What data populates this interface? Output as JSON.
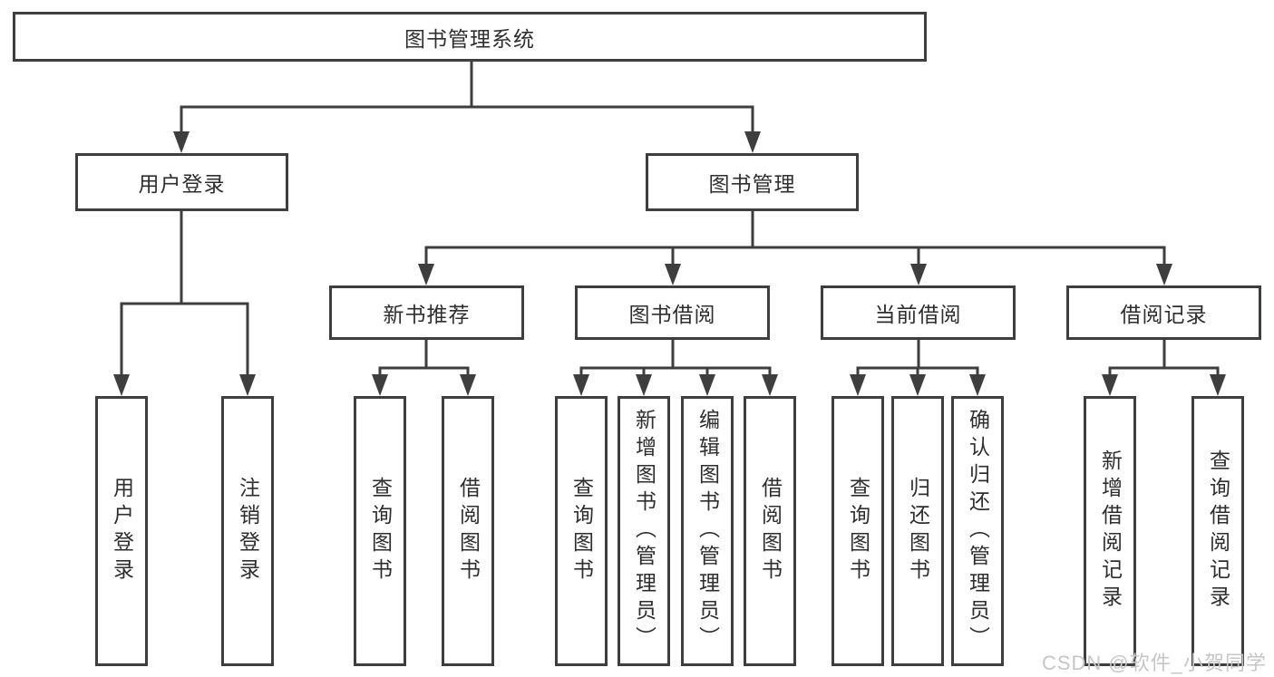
{
  "diagram": {
    "title_note": "functional structure chart of a library management system",
    "root": {
      "label": "图书管理系统"
    },
    "branches": [
      {
        "label": "用户登录",
        "children": [
          {
            "label": "用户登录"
          },
          {
            "label": "注销登录"
          }
        ]
      },
      {
        "label": "图书管理",
        "children": [
          {
            "label": "新书推荐",
            "children": [
              {
                "label": "查询图书"
              },
              {
                "label": "借阅图书"
              }
            ]
          },
          {
            "label": "图书借阅",
            "children": [
              {
                "label": "查询图书"
              },
              {
                "label": "新增图书（管理员）"
              },
              {
                "label": "编辑图书（管理员）"
              },
              {
                "label": "借阅图书"
              }
            ]
          },
          {
            "label": "当前借阅",
            "children": [
              {
                "label": "查询图书"
              },
              {
                "label": "归还图书"
              },
              {
                "label": "确认归还（管理员）"
              }
            ]
          },
          {
            "label": "借阅记录",
            "children": [
              {
                "label": "新增借阅记录"
              },
              {
                "label": "查询借阅记录"
              }
            ]
          }
        ]
      }
    ]
  },
  "watermark": {
    "text": "CSDN @软件_小贺同学"
  },
  "colors": {
    "line": "#3e3e3e",
    "text": "#2e2e2e",
    "background": "#ffffff",
    "watermark": "#c6c6c6"
  }
}
